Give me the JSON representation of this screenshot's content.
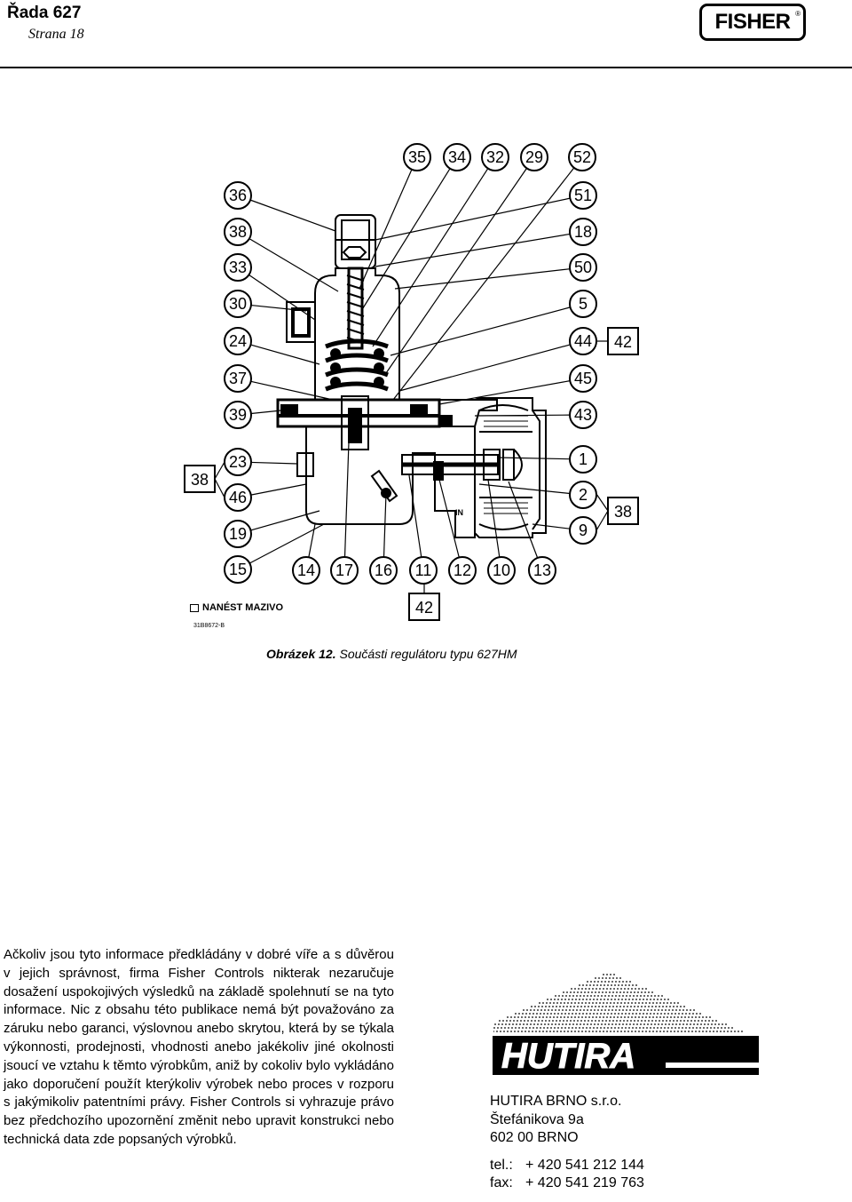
{
  "header": {
    "title": "Řada 627",
    "page": "Strana 18",
    "logo_text": "FISHER",
    "logo_mark": "®"
  },
  "figure": {
    "callouts_top": [
      "35",
      "34",
      "32",
      "29",
      "52"
    ],
    "callouts_left": [
      "36",
      "38",
      "33",
      "30",
      "24",
      "37",
      "39",
      "23",
      "46",
      "19",
      "15"
    ],
    "callouts_left_boxed": [
      "38"
    ],
    "callouts_right": [
      "51",
      "18",
      "50",
      "5",
      "44",
      "45",
      "43",
      "1",
      "2",
      "9"
    ],
    "callouts_right_boxed": [
      "42",
      "38"
    ],
    "callouts_bottom": [
      "14",
      "17",
      "16",
      "11",
      "12",
      "10",
      "13"
    ],
    "callouts_bottom_boxed": [
      "42"
    ],
    "port_label": "IN",
    "lube_note": "NANÉST MAZIVO",
    "drawing_number": "31B8672-B",
    "caption_label": "Obrázek 12.",
    "caption_text": "Součásti regulátoru typu 627HM"
  },
  "disclaimer": "Ačkoliv jsou tyto informace předkládány v dobré víře a s důvěrou v jejich správnost, firma Fisher Controls nikterak nezaručuje dosažení uspokojivých výsledků na základě spolehnutí se na tyto informace. Nic z obsahu této publikace nemá být považováno za záruku nebo garanci, výslovnou anebo skrytou, která by se týkala výkonnosti, prodejnosti, vhodnosti anebo jakékoliv jiné okolnosti jsoucí ve vztahu k těmto výrobkům, aniž by cokoliv bylo vykládáno jako doporučení použít kterýkoliv výrobek nebo proces v rozporu s jakýmikoliv patentními právy. Fisher Controls si vyhrazuje právo bez předchozího upozornění změnit nebo upravit konstrukci nebo technická data zde popsaných výrobků.",
  "hutira": {
    "logo_text": "HUTIRA",
    "company": "HUTIRA BRNO s.r.o.",
    "street": "Štefánikova 9a",
    "city": "602 00 BRNO",
    "tel_label": "tel.:",
    "tel": "+ 420 541 212 144",
    "fax_label": "fax:",
    "fax": "+ 420 541 219 763"
  }
}
